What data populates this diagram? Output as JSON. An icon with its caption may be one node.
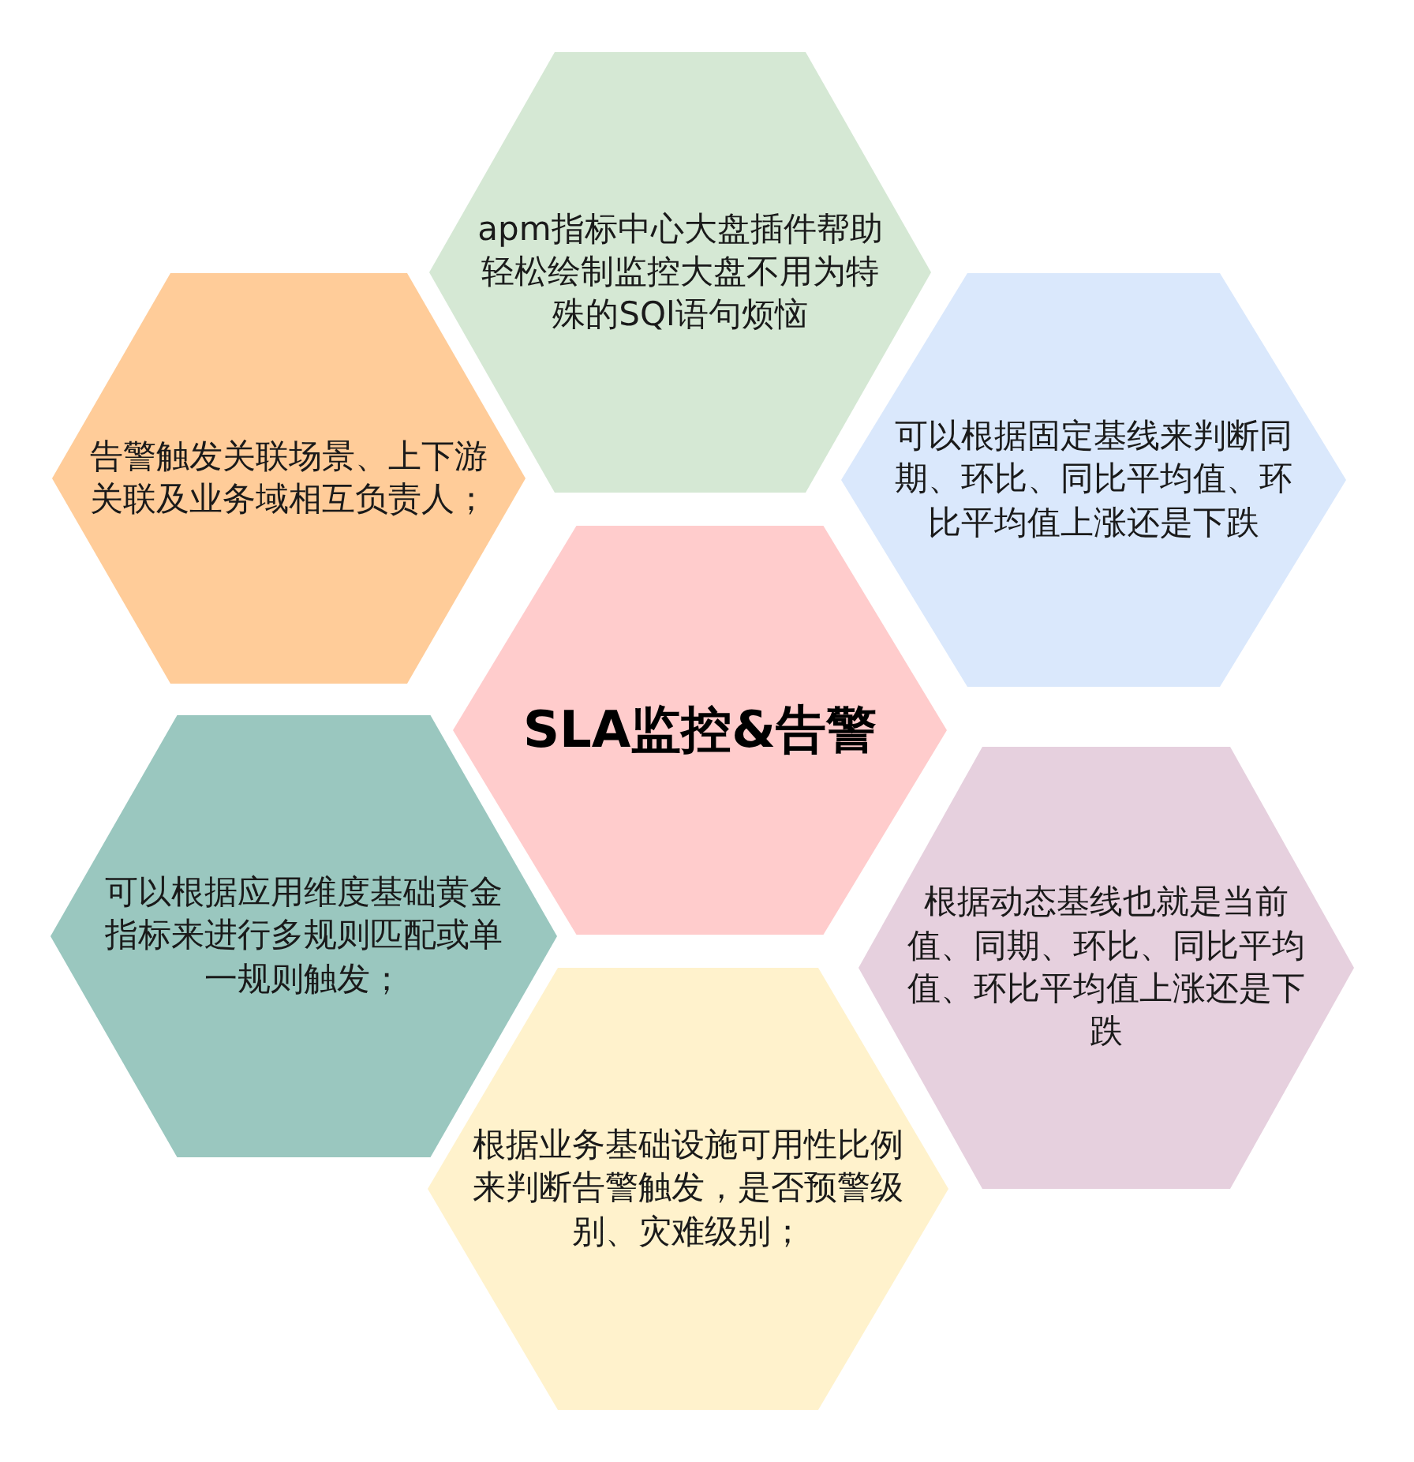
{
  "diagram": {
    "nodes": [
      {
        "text": [
          "apm指标中心大盘插件帮助轻松绘制监控大盘不用为特殊的SQl语句烦恼"
        ]
      },
      {
        "text": [
          "告警触发关联场景、上下游关联及业务域相互负责人；"
        ]
      },
      {
        "text": [
          "可以根据固定基线来判断同期、环比、同比平均值、环比平均值上涨还是下跌"
        ]
      },
      {
        "text": [
          "SLA监控&告警"
        ]
      },
      {
        "text": [
          "可以根据应用维度基础黄金指标来进行多规则匹配或单一规则触发；"
        ]
      },
      {
        "text": [
          "根据动态基线也就是当前值、同期、环比、同比平均值、环比平均值上涨还是下跌"
        ]
      },
      {
        "text": [
          "根据业务基础设施可用性比例来判断告警触发，是否预警级别、灾难级别；"
        ]
      }
    ]
  }
}
